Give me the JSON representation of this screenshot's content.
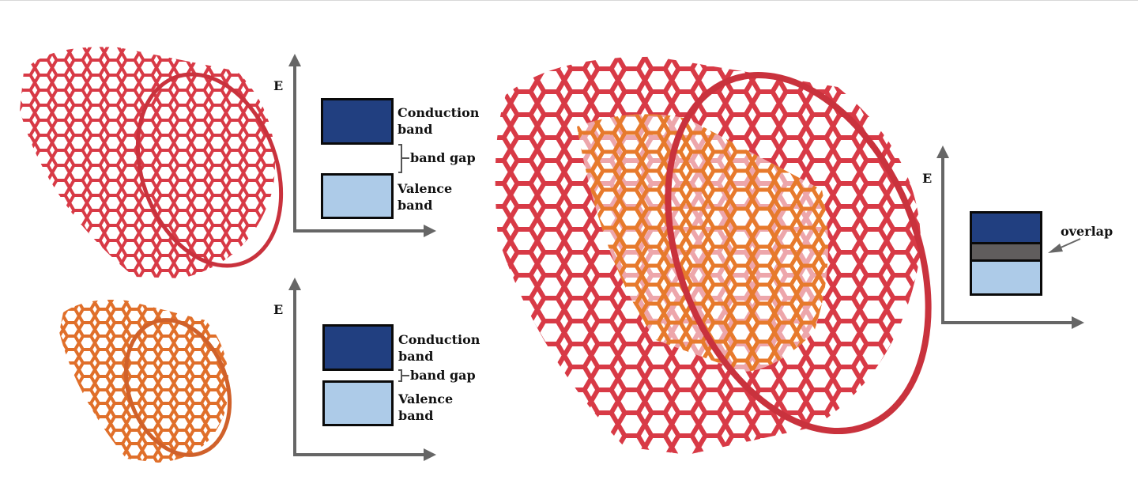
{
  "figure": {
    "description": "Carbon nanotubes with energy band diagrams",
    "colors": {
      "conduction": "#213f80",
      "valence": "#adcbe8",
      "overlap": "#605d5d",
      "axis": "#666666",
      "tube_red": "#d83a46",
      "tube_orange": "#e06f2a"
    }
  },
  "panels": [
    {
      "id": "top-left",
      "tube_color": "red",
      "axis_label": "E",
      "conduction_label": [
        "Conduction",
        "band"
      ],
      "gap_label": "band gap",
      "valence_label": [
        "Valence",
        "band"
      ]
    },
    {
      "id": "bottom-left",
      "tube_color": "orange",
      "axis_label": "E",
      "conduction_label": [
        "Conduction",
        "band"
      ],
      "gap_label": "band gap",
      "valence_label": [
        "Valence",
        "band"
      ]
    },
    {
      "id": "right",
      "tube_color": "red-with-orange-inner",
      "axis_label": "E",
      "overlap_label": "overlap"
    }
  ]
}
